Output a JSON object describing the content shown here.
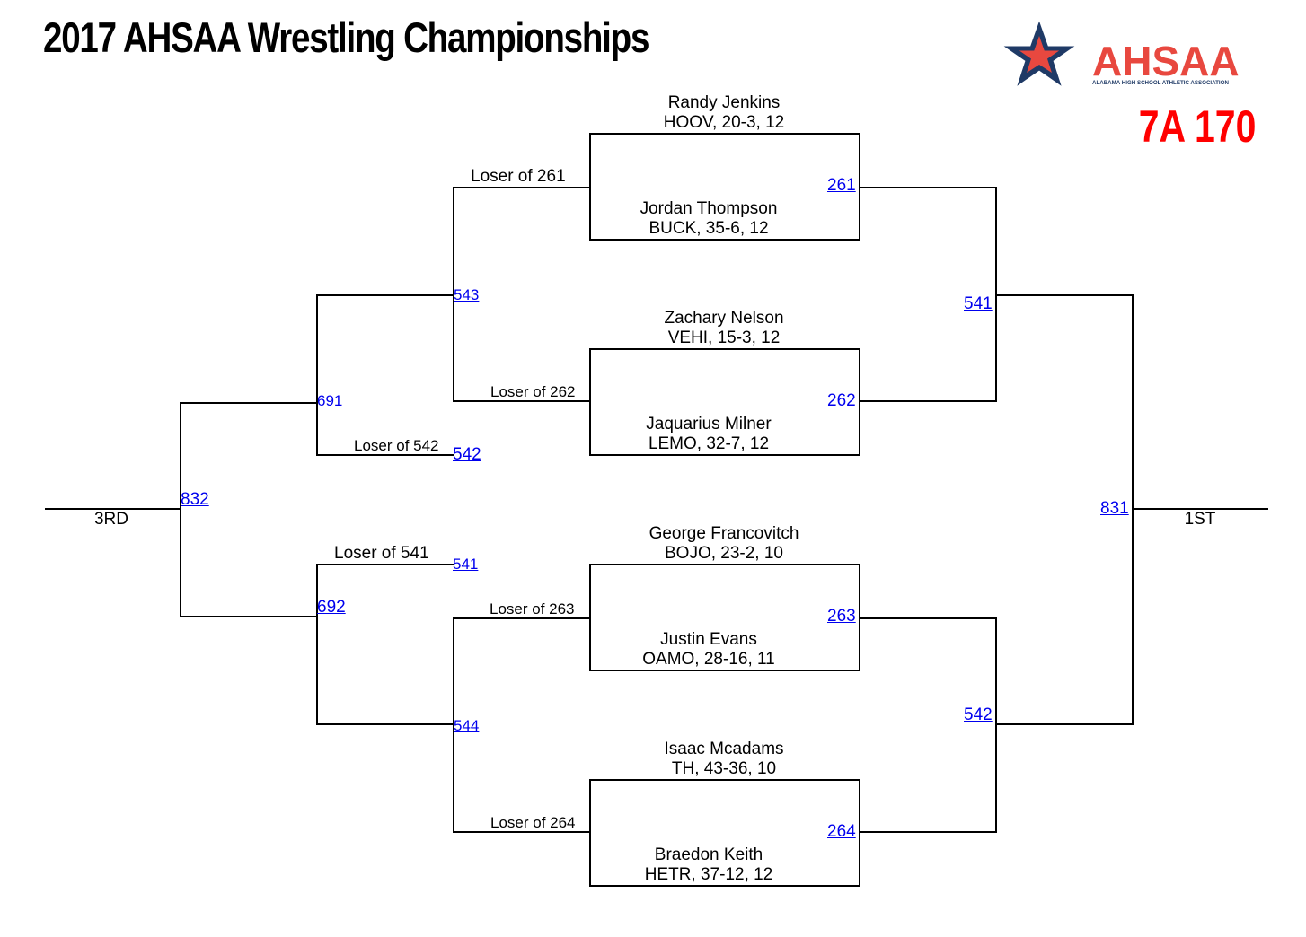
{
  "header": {
    "title": "2017 AHSAA Wrestling Championships",
    "division": "7A 170",
    "logo_text": "AHSAA",
    "logo_subtext": "ALABAMA HIGH SCHOOL ATHLETIC ASSOCIATION"
  },
  "colors": {
    "logo_navy": "#1f3a66",
    "logo_red": "#e8483f",
    "division_red": "#ff0000",
    "link_blue": "#0000ee"
  },
  "wrestlers": [
    {
      "name": "Randy Jenkins",
      "info": "HOOV, 20-3, 12"
    },
    {
      "name": "Jordan Thompson",
      "info": "BUCK, 35-6, 12"
    },
    {
      "name": "Zachary Nelson",
      "info": "VEHI, 15-3, 12"
    },
    {
      "name": "Jaquarius Milner",
      "info": "LEMO, 32-7, 12"
    },
    {
      "name": "George Francovitch",
      "info": "BOJO, 23-2, 10"
    },
    {
      "name": "Justin Evans",
      "info": "OAMO, 28-16, 11"
    },
    {
      "name": "Isaac Mcadams",
      "info": "TH, 43-36, 10"
    },
    {
      "name": "Braedon Keith",
      "info": "HETR, 37-12, 12"
    }
  ],
  "matches": {
    "m261": "261",
    "m262": "262",
    "m263": "263",
    "m264": "264",
    "m541": "541",
    "m542": "542",
    "m831": "831",
    "m543": "543",
    "m544": "544",
    "m691": "691",
    "m692": "692",
    "m541_cons": "541",
    "m542_cons": "542",
    "m832": "832"
  },
  "labels": {
    "loser_261": "Loser of 261",
    "loser_262": "Loser of 262",
    "loser_263": "Loser of 263",
    "loser_264": "Loser of 264",
    "loser_541": "Loser of 541",
    "loser_542": "Loser of 542",
    "first_place": "1ST",
    "third_place": "3RD"
  }
}
